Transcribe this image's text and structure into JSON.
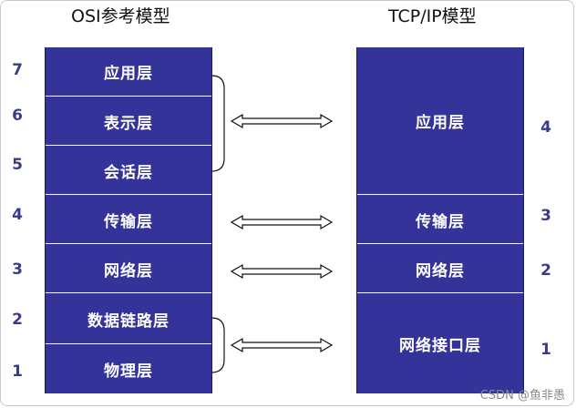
{
  "osi": {
    "title": "OSI参考模型",
    "layers": [
      {
        "num": "7",
        "label": "应用层"
      },
      {
        "num": "6",
        "label": "表示层"
      },
      {
        "num": "5",
        "label": "会话层"
      },
      {
        "num": "4",
        "label": "传输层"
      },
      {
        "num": "3",
        "label": "网络层"
      },
      {
        "num": "2",
        "label": "数据链路层"
      },
      {
        "num": "1",
        "label": "物理层"
      }
    ]
  },
  "tcpip": {
    "title": "TCP/IP模型",
    "layers": [
      {
        "num": "4",
        "label": "应用层"
      },
      {
        "num": "3",
        "label": "传输层"
      },
      {
        "num": "2",
        "label": "网络层"
      },
      {
        "num": "1",
        "label": "网络接口层"
      }
    ]
  },
  "watermark": "CSDN @鱼非愚",
  "colors": {
    "box_fill": "#33339a",
    "number_text": "#3a3a8c",
    "layer_text": "#ffffff"
  }
}
